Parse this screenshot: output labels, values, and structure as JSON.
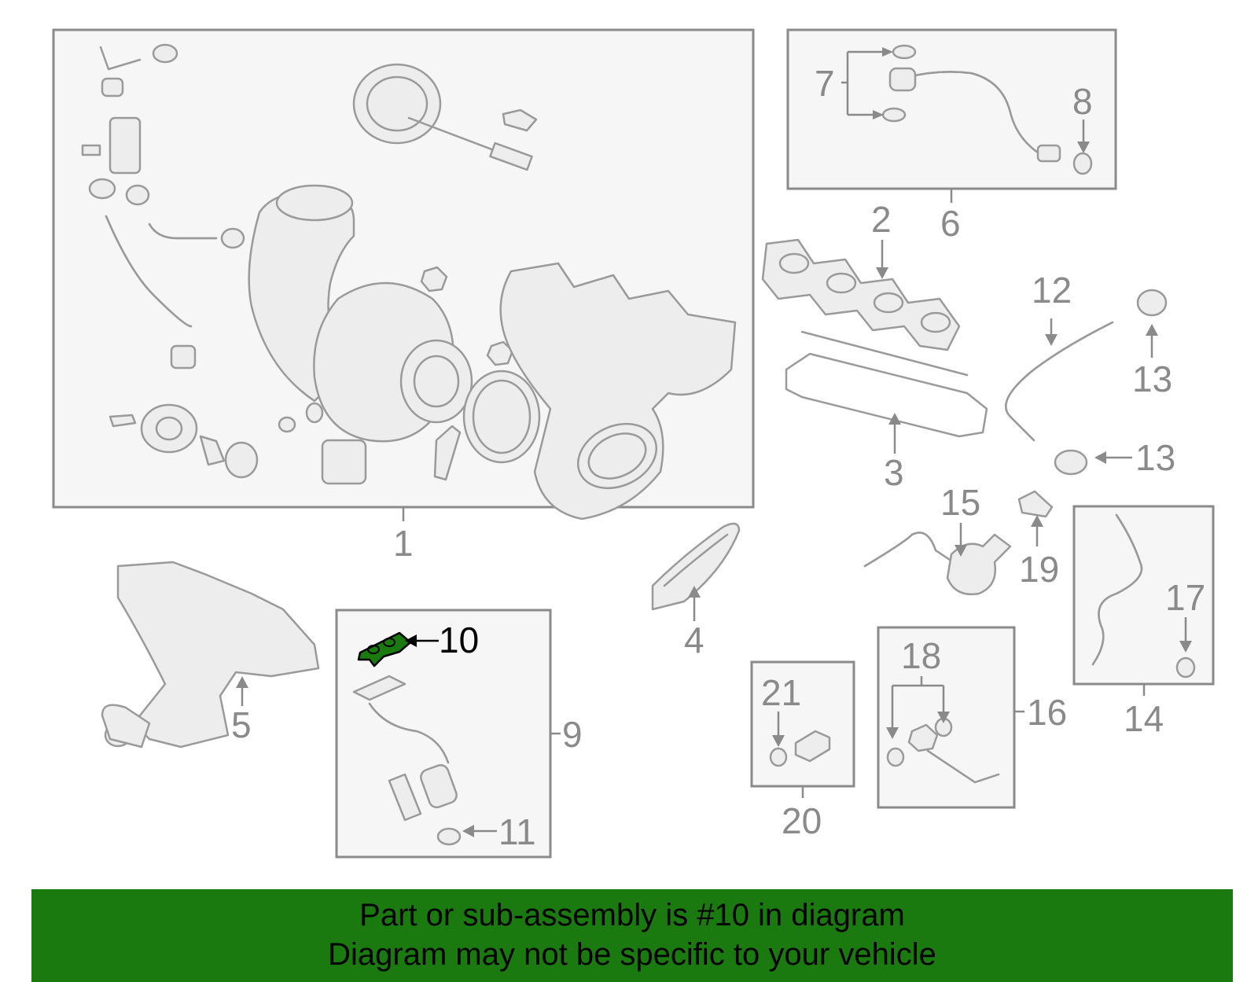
{
  "diagram": {
    "highlighted_part": "10",
    "callouts": {
      "c1": "1",
      "c2": "2",
      "c3": "3",
      "c4": "4",
      "c5": "5",
      "c6": "6",
      "c7": "7",
      "c8": "8",
      "c9": "9",
      "c10": "10",
      "c11": "11",
      "c12": "12",
      "c13a": "13",
      "c13b": "13",
      "c14": "14",
      "c15": "15",
      "c16": "16",
      "c17": "17",
      "c18": "18",
      "c19": "19",
      "c20": "20",
      "c21": "21"
    }
  },
  "banner": {
    "line1": "Part or sub-assembly is #10 in diagram",
    "line2": "Diagram may not be specific to your vehicle"
  },
  "colors": {
    "banner_bg": "#1a7a10",
    "highlight": "#1a7a10",
    "box_border": "#8a8a8a",
    "box_fill": "#f6f6f6",
    "part_stroke": "#9a9a9a"
  }
}
